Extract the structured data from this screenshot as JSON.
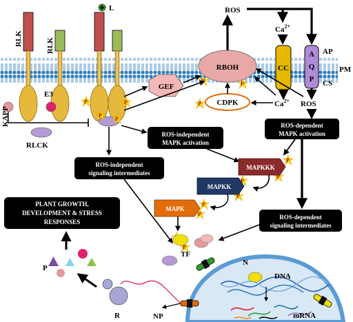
{
  "labels": {
    "ros_top": "ROS",
    "ca_top": "Ca",
    "ca_sup": "2+",
    "ca_channel": "CC",
    "ap_letters": [
      "A",
      "Q",
      "P"
    ],
    "ap": "AP",
    "pm": "PM",
    "cs": "CS",
    "rboh": "RBOH",
    "gef": "GEF",
    "cdpk": "CDPK",
    "ca_bottom": "Ca",
    "ca_bottom_sup": "2+",
    "ros_right": "ROS",
    "rlk1": "RLK",
    "rlk2": "RLK",
    "kapp": "KAPP",
    "e3": "E3",
    "rlck": "RLCK",
    "ligand": "L",
    "mapkkk": "MAPKKK",
    "mapkk": "MAPKK",
    "mapk": "MAPK",
    "tf": "TF",
    "nucleus": "N",
    "dna": "DNA",
    "mrna": "mRNA",
    "np": "NP",
    "p_group": "P",
    "r": "R",
    "phospho": "P"
  },
  "boxes": {
    "ros_indep_mapk": [
      "ROS-independent",
      "MAPK activation"
    ],
    "ros_dep_mapk": [
      "ROS-dependent",
      "MAPK activation"
    ],
    "ros_indep_signal": [
      "ROS-independent",
      "signaling intermediates"
    ],
    "ros_dep_signal": [
      "ROS-dependent",
      "signaling intermediates"
    ],
    "plant_growth": [
      "PLANT GROWTH,",
      "DEVELOPMENT & STRESS",
      "RESPONSES"
    ]
  },
  "colors": {
    "membrane": "#2f7fbf",
    "rboh": "#e8a8a8",
    "rlk_red": "#c0504d",
    "rlk_green": "#9bbb59",
    "stalk": "#e6b93c",
    "mapkkk": "#8b2a2a",
    "mapkk": "#1f3864",
    "mapk": "#e36c0a",
    "nucleus_edge": "#5b9bd5",
    "nucleus_fill": "#d9e8f5"
  }
}
